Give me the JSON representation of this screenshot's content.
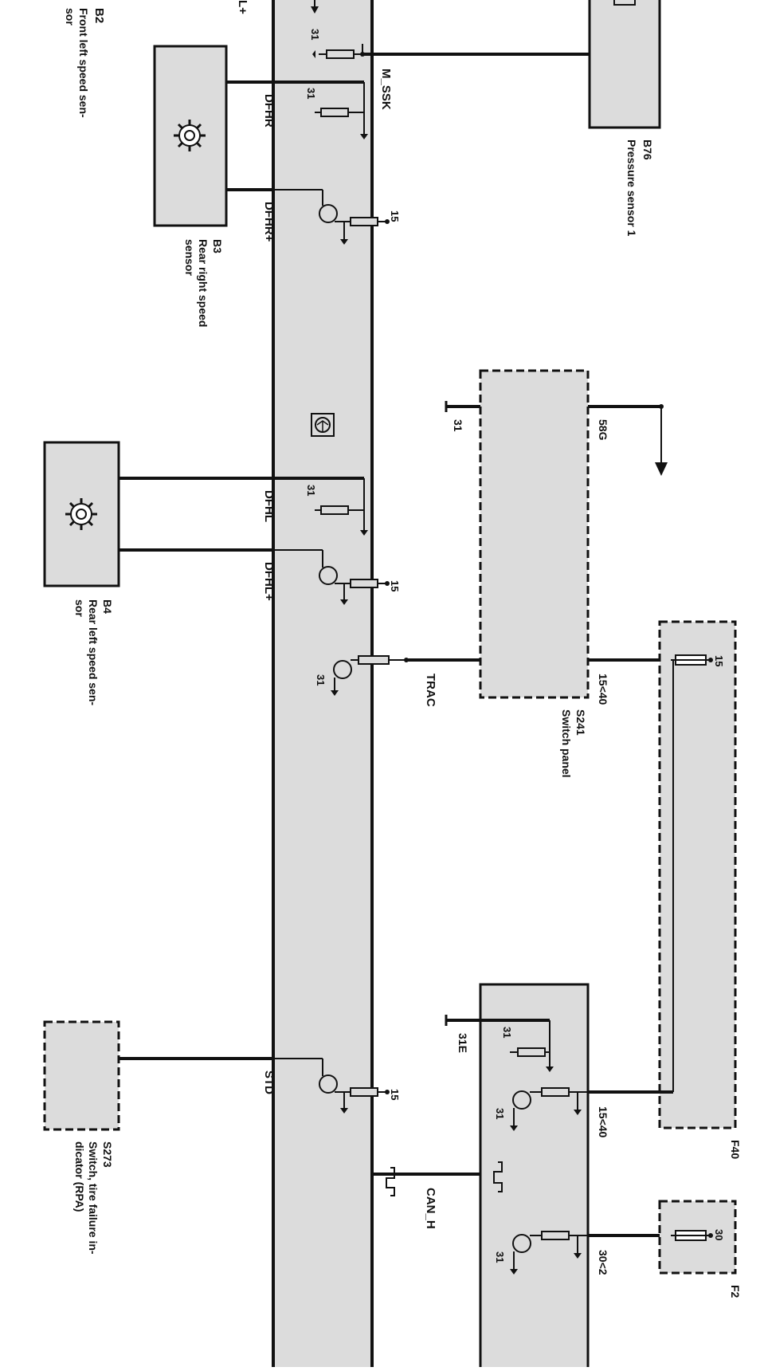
{
  "components": {
    "b2": {
      "code": "B2",
      "name_lines": [
        "Front left speed sen-",
        "sor"
      ]
    },
    "b3": {
      "code": "B3",
      "name_lines": [
        "Rear right speed",
        "sensor"
      ]
    },
    "b4": {
      "code": "B4",
      "name_lines": [
        "Rear left speed sen-",
        "sor"
      ]
    },
    "b76": {
      "code": "B76",
      "name": "Pressure sensor 1"
    },
    "s241": {
      "code": "S241",
      "name": "Switch panel"
    },
    "s273": {
      "code": "S273",
      "name_lines": [
        "Switch, tire failure in-",
        "dicator (RPA)"
      ]
    },
    "f40": {
      "code": "F40"
    },
    "f2": {
      "code": "F2"
    }
  },
  "signals": {
    "dfhl_plus_top": "L+",
    "m_ssk": "M_SSK",
    "dfhr": "DFHR",
    "dfhr_plus": "DFHR+",
    "dfhl": "DFHL",
    "dfhl_plus": "DFHL+",
    "trac": "TRAC",
    "std": "STD",
    "can_h": "CAN_H"
  },
  "terminals": {
    "t31": "31",
    "t15": "15",
    "t30": "30",
    "t58g": "58G",
    "t15_40": "15<40",
    "t31e": "31E",
    "t30_2": "30<2"
  }
}
